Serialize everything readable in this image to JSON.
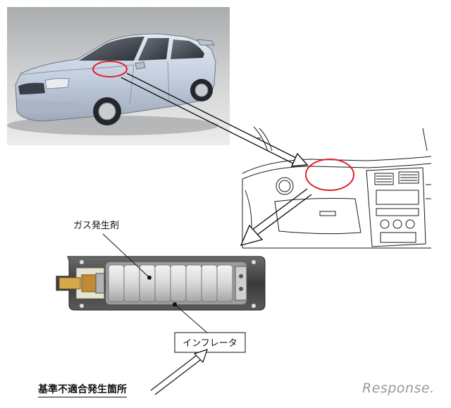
{
  "labels": {
    "gas_generant": "ガス発生剤",
    "inflator": "インフレータ",
    "caption": "基準不適合発生箇所"
  },
  "watermark": {
    "text": "Response."
  },
  "colors": {
    "highlight_circle": "#e0202a",
    "car_body": "#c9d3e2",
    "background_gray": "#c7c9c9",
    "line": "#111111"
  },
  "icons": {
    "car_photo": "sedan-car",
    "dashboard": "car-dashboard-lineart",
    "inflator_unit": "airbag-inflator-cross-section"
  }
}
